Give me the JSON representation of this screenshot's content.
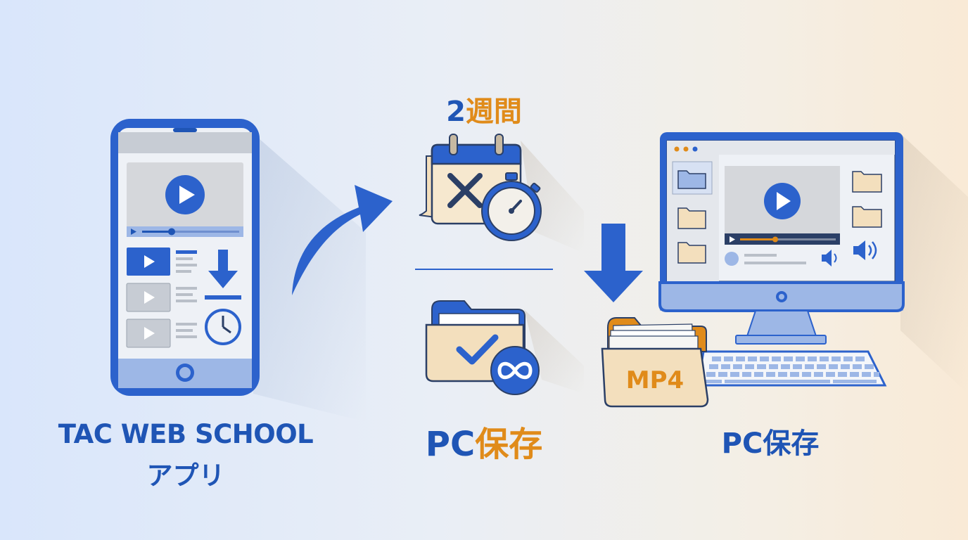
{
  "labels": {
    "app_name": "TAC WEB SCHOOL",
    "app_suffix": "アプリ",
    "period_number": "2",
    "period_unit": "週間",
    "pc_save_prefix": "PC",
    "pc_save_suffix": "保存",
    "pc_save_right": "PC保存",
    "file_format": "MP4"
  },
  "colors": {
    "primary_blue": "#2c62cc",
    "dark_blue": "#1f55b5",
    "light_blue": "#9db7e6",
    "accent_orange": "#e08b1a",
    "folder_tan": "#f3dfbd",
    "screen_gray": "#dcdcdc",
    "outline_navy": "#2b3f66"
  },
  "icons": {
    "phone": "smartphone-icon",
    "curved_arrow": "curved-arrow-icon",
    "calendar": "calendar-x-icon",
    "stopwatch": "stopwatch-icon",
    "folder_check": "folder-check-icon",
    "infinity": "infinity-icon",
    "download_arrow": "down-arrow-icon",
    "mp4_folder": "mp4-folder-icon",
    "monitor": "desktop-monitor-icon",
    "keyboard": "keyboard-icon"
  }
}
